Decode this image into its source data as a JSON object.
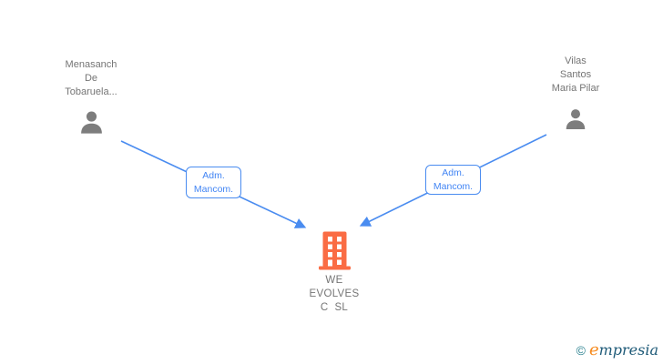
{
  "diagram": {
    "nodes": [
      {
        "id": "person-left",
        "type": "person",
        "label": "Menasanch\nDe\nTobaruela..."
      },
      {
        "id": "person-right",
        "type": "person",
        "label": "Vilas\nSantos\nMaria Pilar"
      },
      {
        "id": "company",
        "type": "company",
        "label": "WE\nEVOLVES\nC  SL"
      }
    ],
    "edges": [
      {
        "from": "person-left",
        "to": "company",
        "label": "Adm.\nMancom."
      },
      {
        "from": "person-right",
        "to": "company",
        "label": "Adm.\nMancom."
      }
    ]
  },
  "watermark": {
    "copyright_symbol": "©",
    "brand_initial": "e",
    "brand_rest": "mpresia"
  },
  "colors": {
    "edge_blue": "#4a8cf0",
    "edge_label_text": "#4285f4",
    "person_icon_gray": "#7d7d7d",
    "node_text_gray": "#757575",
    "company_orange": "#fa6c44",
    "logo_copyright_teal": "#2a808f",
    "logo_brand_dark": "#1e5a78",
    "logo_brand_orange": "#f68b1f",
    "background": "#ffffff"
  }
}
